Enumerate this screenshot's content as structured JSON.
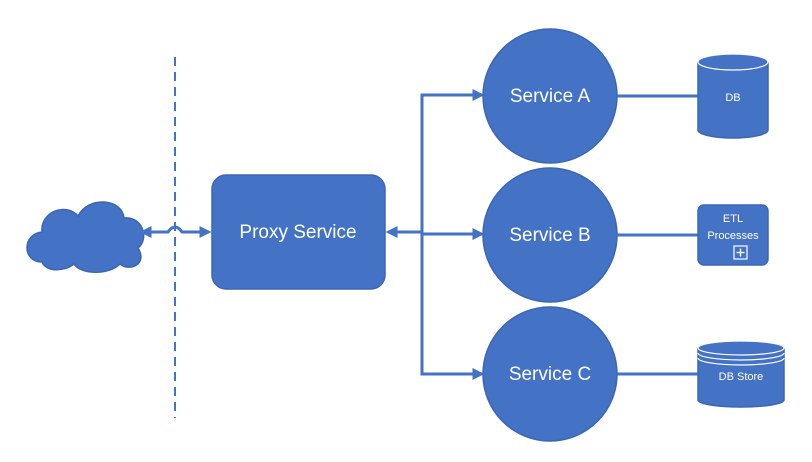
{
  "diagram": {
    "colors": {
      "fill": "#4472c4",
      "stroke": "#3b66b5",
      "line": "#4472c4",
      "text": "#ffffff"
    },
    "cloud": {
      "icon": "cloud-icon"
    },
    "proxy": {
      "label": "Proxy Service"
    },
    "services": [
      {
        "label": "Service A"
      },
      {
        "label": "Service B"
      },
      {
        "label": "Service C"
      }
    ],
    "backends": [
      {
        "type": "database",
        "label": "DB"
      },
      {
        "type": "etl-process",
        "label_line1": "ETL",
        "label_line2": "Processes"
      },
      {
        "type": "database-store",
        "label": "DB Store"
      }
    ]
  }
}
